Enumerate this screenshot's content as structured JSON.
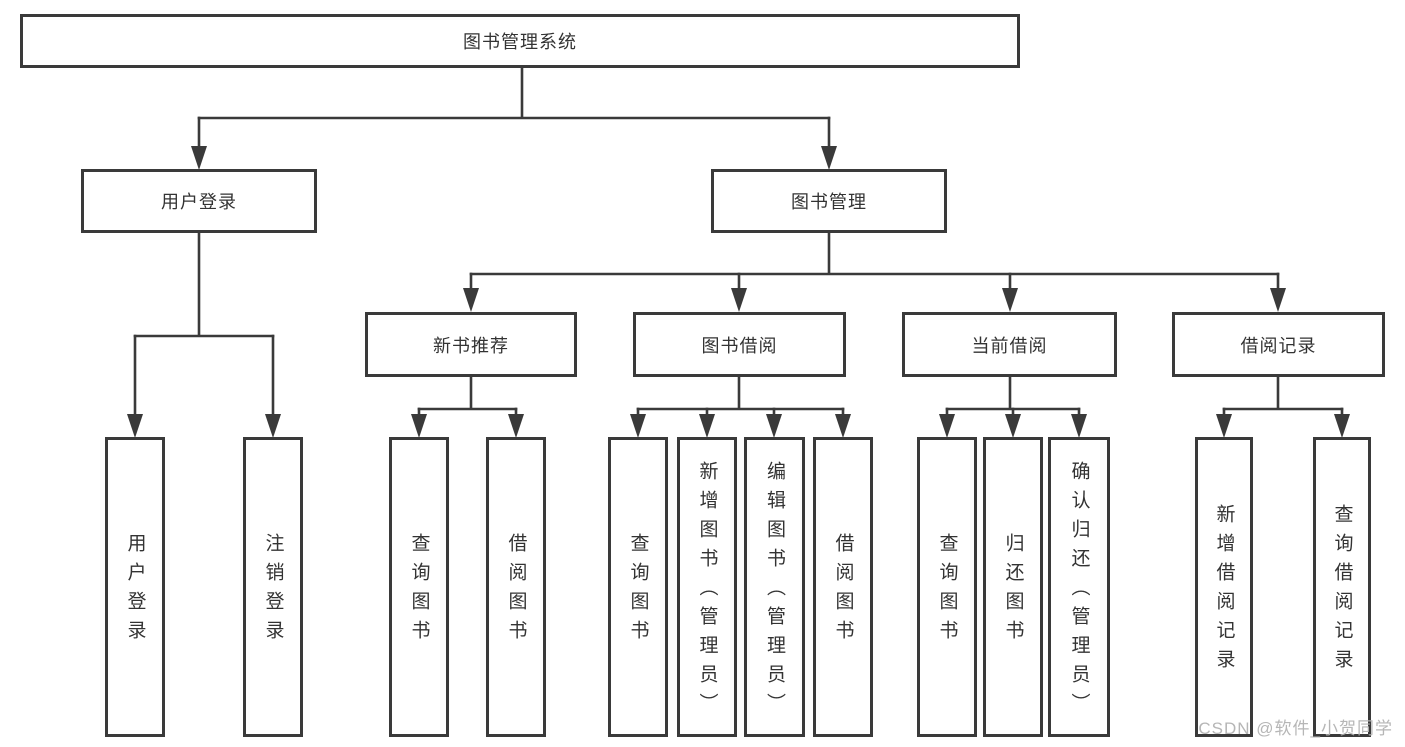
{
  "tree": {
    "root": {
      "label": "图书管理系统",
      "children": [
        {
          "label": "用户登录",
          "children": [
            {
              "label": "用户登录"
            },
            {
              "label": "注销登录"
            }
          ]
        },
        {
          "label": "图书管理",
          "children": [
            {
              "label": "新书推荐",
              "children": [
                {
                  "label": "查询图书"
                },
                {
                  "label": "借阅图书"
                }
              ]
            },
            {
              "label": "图书借阅",
              "children": [
                {
                  "label": "查询图书"
                },
                {
                  "label": "新增图书（管理员）"
                },
                {
                  "label": "编辑图书（管理员）"
                },
                {
                  "label": "借阅图书"
                }
              ]
            },
            {
              "label": "当前借阅",
              "children": [
                {
                  "label": "查询图书"
                },
                {
                  "label": "归还图书"
                },
                {
                  "label": "确认归还（管理员）"
                }
              ]
            },
            {
              "label": "借阅记录",
              "children": [
                {
                  "label": "新增借阅记录"
                },
                {
                  "label": "查询借阅记录"
                }
              ]
            }
          ]
        }
      ]
    }
  },
  "watermark": {
    "text": "CSDN @软件_小贺同学"
  },
  "colors": {
    "line": "#3a3a3a",
    "border": "#3a3a3a",
    "text": "#333333",
    "background": "#ffffff",
    "watermark": "#b2b2b2"
  }
}
